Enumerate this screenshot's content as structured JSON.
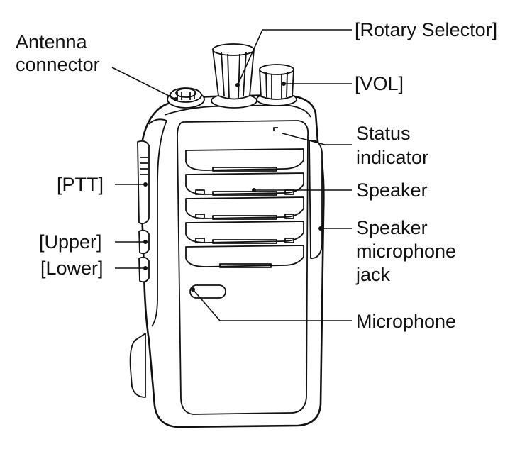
{
  "labels": {
    "antenna_connector": [
      "Antenna",
      "connector"
    ],
    "rotary_selector": "[Rotary Selector]",
    "vol": "[VOL]",
    "status_indicator": [
      "Status",
      "indicator"
    ],
    "ptt": "[PTT]",
    "speaker": "Speaker",
    "upper": "[Upper]",
    "speaker_mic_jack": [
      "Speaker",
      "microphone",
      "jack"
    ],
    "lower": "[Lower]",
    "microphone": "Microphone"
  }
}
